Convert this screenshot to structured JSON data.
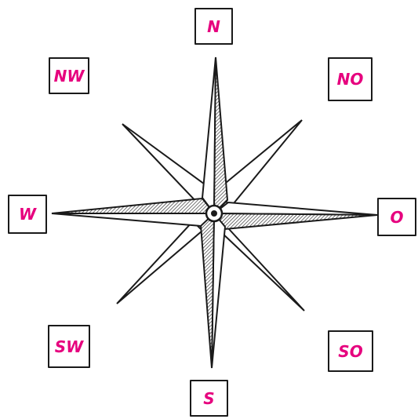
{
  "compass": {
    "directions": {
      "n": "N",
      "nw": "NW",
      "no": "NO",
      "w": "W",
      "o": "O",
      "sw": "SW",
      "so": "SO",
      "s": "S"
    }
  },
  "colors": {
    "label": "#e6007e",
    "ink": "#1a1a1a",
    "hatch": "#2a2a2a",
    "background": "#ffffff"
  }
}
